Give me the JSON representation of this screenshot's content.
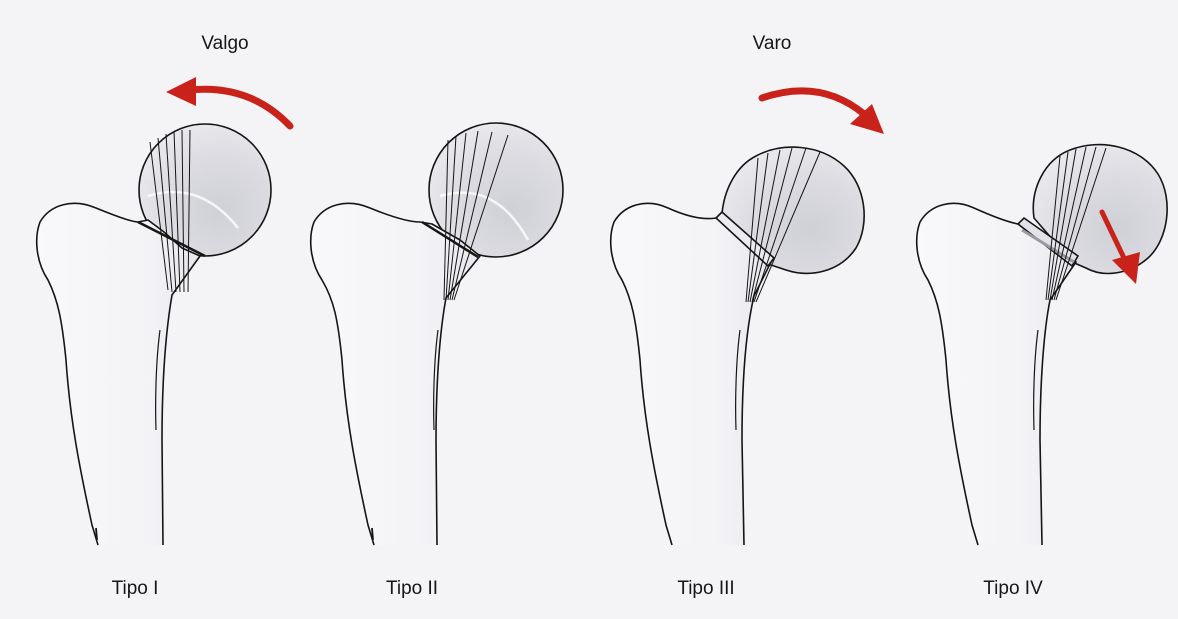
{
  "annotations": {
    "valgo": "Valgo",
    "varo": "Varo"
  },
  "fractures": [
    {
      "label": "Tipo I"
    },
    {
      "label": "Tipo II"
    },
    {
      "label": "Tipo III"
    },
    {
      "label": "Tipo IV"
    }
  ],
  "colors": {
    "background": "#f4f4f6",
    "bone_fill": "#f7f7f9",
    "head_fill": "#dedee4",
    "outline": "#151515",
    "arrow": "#c8221b"
  }
}
